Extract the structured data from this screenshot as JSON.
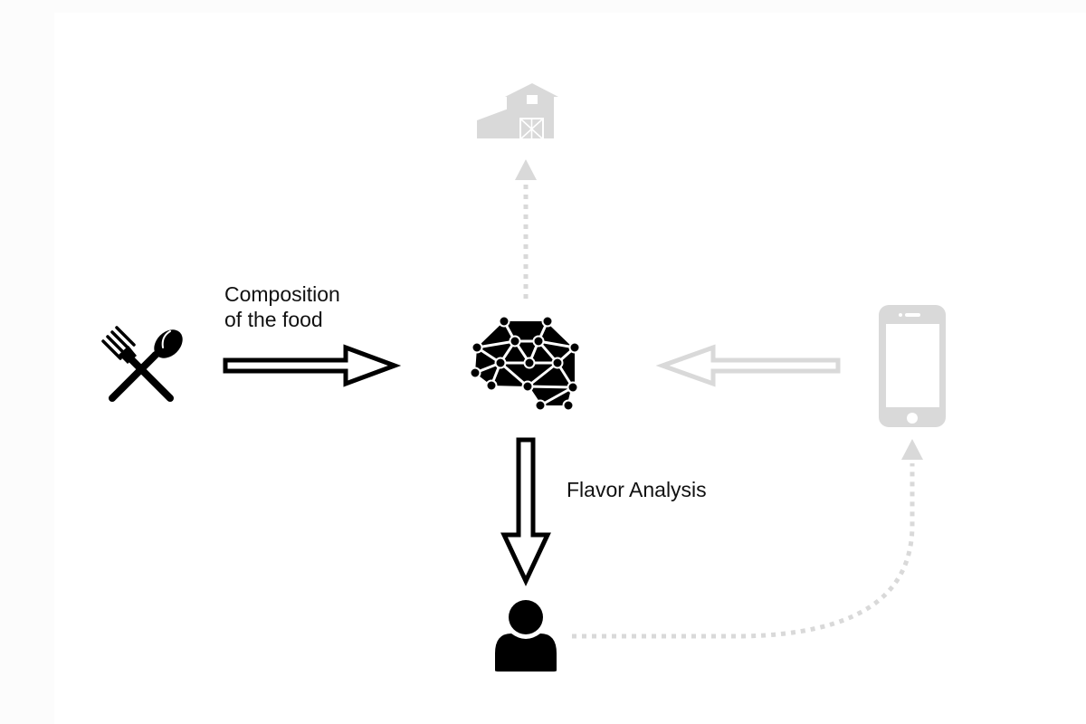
{
  "diagram": {
    "title": "Food flavor analysis flow",
    "labels": {
      "composition_line1": "Composition",
      "composition_line2": "of the food",
      "flavor_analysis": "Flavor Analysis"
    },
    "nodes": [
      {
        "id": "food",
        "icon": "fork-spoon-icon",
        "state": "active"
      },
      {
        "id": "ai",
        "icon": "brain-network-icon",
        "state": "active"
      },
      {
        "id": "user",
        "icon": "person-icon",
        "state": "active"
      },
      {
        "id": "farm",
        "icon": "barn-icon",
        "state": "inactive"
      },
      {
        "id": "phone",
        "icon": "smartphone-icon",
        "state": "inactive"
      }
    ],
    "edges": [
      {
        "from": "food",
        "to": "ai",
        "style": "outlined-arrow",
        "state": "active",
        "label": "Composition of the food"
      },
      {
        "from": "ai",
        "to": "user",
        "style": "outlined-arrow",
        "state": "active",
        "label": "Flavor Analysis"
      },
      {
        "from": "phone",
        "to": "ai",
        "style": "outlined-arrow",
        "state": "inactive"
      },
      {
        "from": "ai",
        "to": "farm",
        "style": "dotted-arrow",
        "state": "inactive"
      },
      {
        "from": "user",
        "to": "phone",
        "style": "dotted-curved-arrow",
        "state": "inactive"
      }
    ],
    "colors": {
      "active": "#000000",
      "inactive": "#d9d9d9",
      "background": "#ffffff"
    }
  }
}
